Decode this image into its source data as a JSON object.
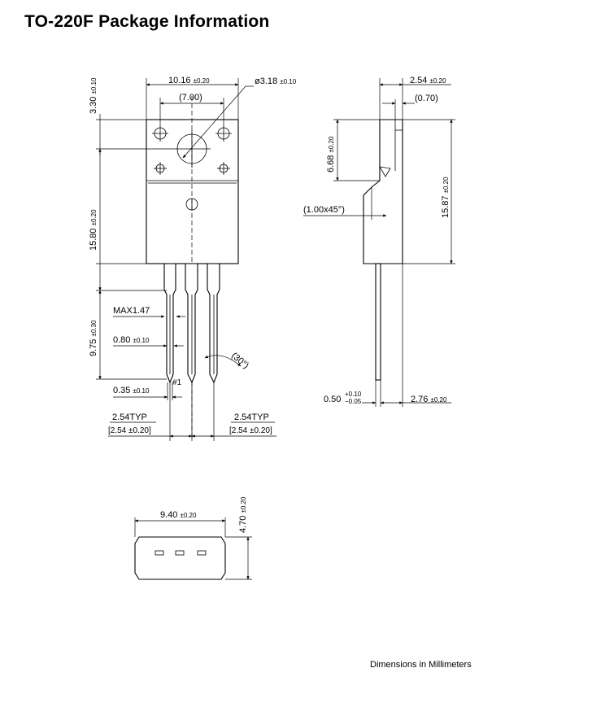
{
  "title": "TO-220F Package Information",
  "footer": "Dimensions in Millimeters",
  "front_view": {
    "width_top": "10.16",
    "width_top_tol": "±0.20",
    "width_inner": "(7.00)",
    "hole_dia": "ø3.18",
    "hole_dia_tol": "±0.10",
    "top_height": "3.30",
    "top_height_tol": "±0.10",
    "body_height": "15.80",
    "body_height_tol": "±0.20",
    "lead_length": "9.75",
    "lead_length_tol": "±0.30",
    "max_lead": "MAX1.47",
    "lead_width": "0.80",
    "lead_width_tol": "±0.10",
    "lead_thick": "0.35",
    "lead_thick_tol": "±0.10",
    "pin1": "#1",
    "angle": "(30°)",
    "pitch_left": "2.54TYP",
    "pitch_left_bracket": "[2.54 ±0.20]",
    "pitch_right": "2.54TYP",
    "pitch_right_bracket": "[2.54 ±0.20]"
  },
  "side_view": {
    "thickness": "2.54",
    "thickness_tol": "±0.20",
    "inner": "(0.70)",
    "tab_height": "6.68",
    "tab_height_tol": "±0.20",
    "chamfer": "(1.00x45°)",
    "total_height": "15.87",
    "total_height_tol": "±0.20",
    "lead_offset": "0.50",
    "lead_offset_plus": "+0.10",
    "lead_offset_minus": "−0.05",
    "base_width": "2.76",
    "base_width_tol": "±0.20"
  },
  "bottom_view": {
    "width": "9.40",
    "width_tol": "±0.20",
    "height": "4.70",
    "height_tol": "±0.20"
  }
}
